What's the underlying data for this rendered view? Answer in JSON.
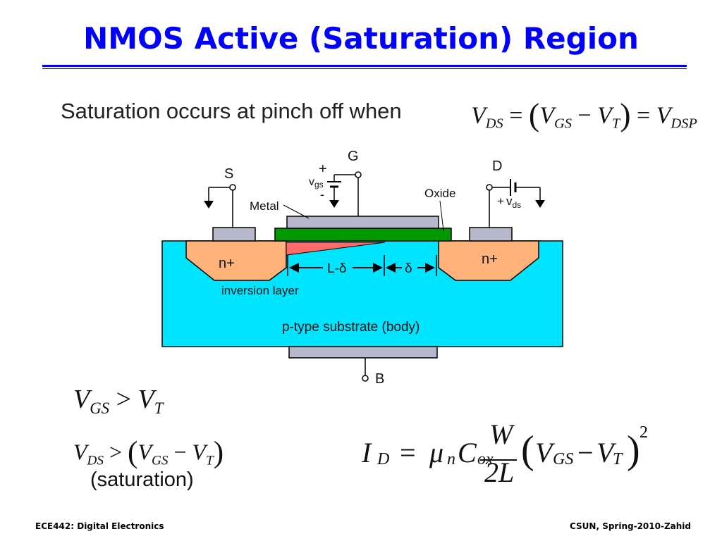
{
  "title": "NMOS Active (Saturation) Region",
  "intro_text": "Saturation occurs at pinch off when",
  "equations": {
    "vds_pinch": {
      "lhs": "V",
      "lhs_sub": "DS",
      "eq1": " = ",
      "lparen": "(",
      "t1": "V",
      "t1_sub": "GS",
      "minus": " − ",
      "t2": "V",
      "t2_sub": "T",
      "rparen": ")",
      "eq2": " = ",
      "t3": "V",
      "t3_sub": "DSP"
    },
    "vgs_cond": {
      "lhs": "V",
      "lhs_sub": "GS",
      "op": " > ",
      "rhs": "V",
      "rhs_sub": "T"
    },
    "vds_cond": {
      "lhs": "V",
      "lhs_sub": "DS",
      "op": " > ",
      "lparen": "(",
      "t1": "V",
      "t1_sub": "GS",
      "minus": " − ",
      "t2": "V",
      "t2_sub": "T",
      "rparen": ")"
    },
    "saturation_label": "(saturation)",
    "drain_current": {
      "lhs": "I",
      "lhs_sub": "D",
      "eq": "=",
      "mu": "μ",
      "mu_sub": "n",
      "c": "C",
      "c_sub": "ox",
      "num": "W",
      "den": "2L",
      "lparen": "(",
      "t1": "V",
      "t1_sub": "GS",
      "minus": "−",
      "t2": "V",
      "t2_sub": "T",
      "rparen": ")",
      "exp": "2"
    }
  },
  "diagram": {
    "terminal_source": "S",
    "terminal_gate": "G",
    "terminal_drain": "D",
    "terminal_body": "B",
    "metal_label": "Metal",
    "oxide_label": "Oxide",
    "vgs_plus": "+",
    "vgs_minus": "-",
    "vgs_label": "v",
    "vgs_sub": "gs",
    "vds_plus": "+",
    "vds_label": "v",
    "vds_sub": "ds",
    "source_region": "n+",
    "drain_region": "n+",
    "channel_length": "L-δ",
    "delta": "δ",
    "inversion_label": "inversion layer",
    "substrate_label": "p-type substrate (body)",
    "colors": {
      "substrate": "#00e5ff",
      "n_region": "#ffb27a",
      "oxide": "#009a00",
      "metal": "#b8b8cc",
      "inversion": "#ff6b6b"
    }
  },
  "footer": {
    "left": "ECE442: Digital Electronics",
    "right": "CSUN, Spring-2010-Zahid"
  }
}
